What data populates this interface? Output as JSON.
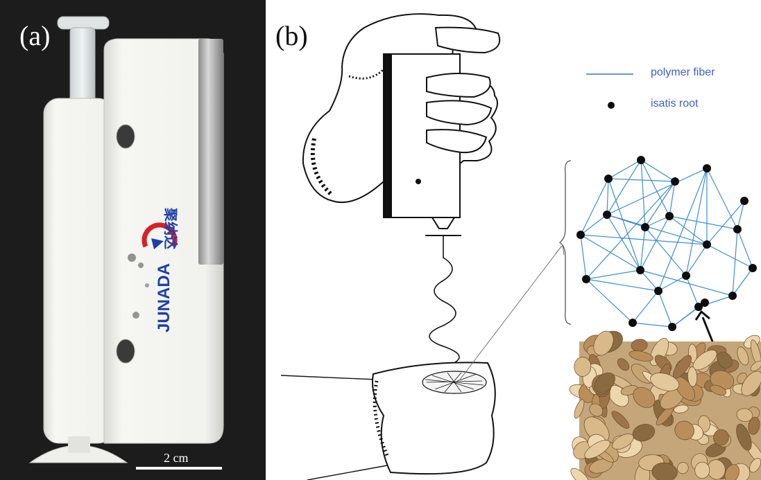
{
  "panel_a": {
    "label": "(a)",
    "brand_text": "JUNADA",
    "brand_chinese": "聚纳达",
    "scale_bar_label": "2 cm",
    "colors": {
      "background": "#1c1c1c",
      "device": "#f1f1ee",
      "brand_blue": "#1d3fa8",
      "brand_red": "#d6202a"
    }
  },
  "panel_b": {
    "label": "(b)",
    "legend": [
      {
        "label": "polymer fiber",
        "symbol": "line"
      },
      {
        "label": "isatis root",
        "symbol": "dot"
      }
    ],
    "colors": {
      "fiber": "#3b8ed3",
      "node": "#0d0d0d",
      "legend_text": "#3a5fcf"
    }
  }
}
